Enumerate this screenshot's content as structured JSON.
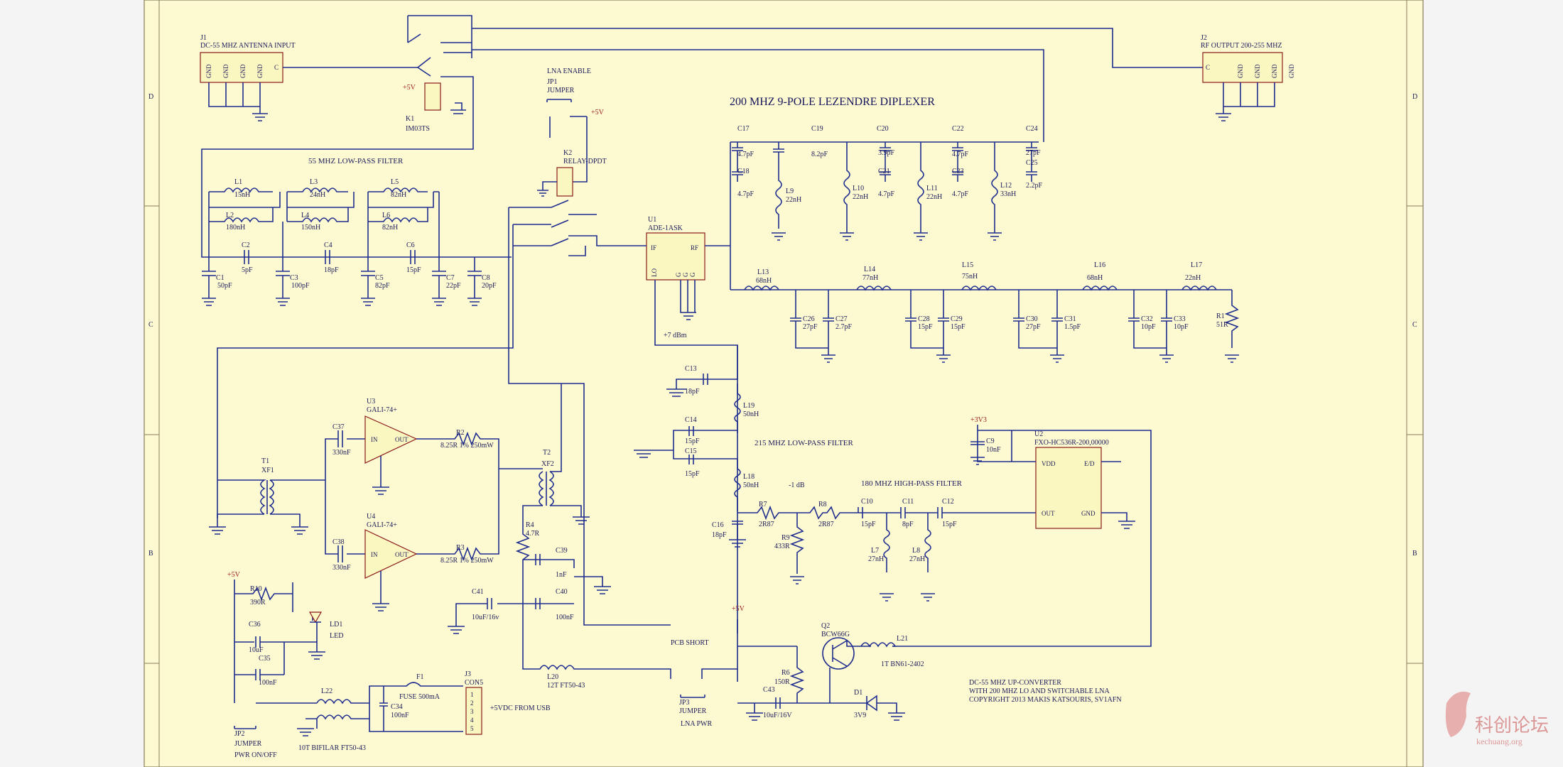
{
  "schematic": {
    "title": "200 MHZ 9-POLE LEZENDRE DIPLEXER",
    "grid_rows": [
      "D",
      "C",
      "B"
    ],
    "section_labels": {
      "lpf55": "55 MHZ LOW-PASS FILTER",
      "lpf215": "215 MHZ LOW-PASS FILTER",
      "hpf180": "180 MHZ HIGH-PASS FILTER"
    },
    "connectors": {
      "j1_ref": "J1",
      "j1_name": "DC-55 MHZ ANTENNA INPUT",
      "j2_ref": "J2",
      "j2_name": "RF OUTPUT 200-255 MHZ",
      "j3_ref": "J3",
      "j3_name": "CON5",
      "j3_note": "+5VDC FROM USB",
      "pin_gnd": "GND",
      "pin_c": "C"
    },
    "parts": {
      "k1": "K1",
      "k1_val": "IM03TS",
      "k2": "K2",
      "k2_val": "RELAY-DPDT",
      "jp1_title": "LNA ENABLE",
      "jp1": "JP1",
      "jp1_val": "JUMPER",
      "u1": "U1",
      "u1_val": "ADE-1ASK",
      "u1_if": "IF",
      "u1_rf": "RF",
      "u1_lo": "LO",
      "u1_g": "G",
      "u2": "U2",
      "u2_val": "FXO-HC536R-200,00000",
      "u2_vdd": "VDD",
      "u2_ed": "E/D",
      "u2_out": "OUT",
      "u2_gnd": "GND",
      "u3": "U3",
      "u3_val": "GALI-74+",
      "u4": "U4",
      "u4_val": "GALI-74+",
      "amp_in": "IN",
      "amp_out": "OUT",
      "t1": "T1",
      "t1_val": "XF1",
      "t2": "T2",
      "t2_val": "XF2",
      "q2": "Q2",
      "q2_val": "BCW66G",
      "d1": "D1",
      "d1_val": "3V9",
      "ld1": "LD1",
      "ld1_val": "LED",
      "f1": "F1",
      "f1_val": "FUSE 500mA",
      "jp2": "JP2",
      "jp2_val": "JUMPER",
      "jp2_note": "PWR ON/OFF",
      "jp3": "JP3",
      "jp3_val": "JUMPER",
      "jp3_note": "LNA PWR",
      "pcb_short": "PCB SHORT",
      "l20": "L20",
      "l20_val": "12T FT50-43",
      "l21": "L21",
      "l21_val": "1T BN61-2402",
      "l22": "L22",
      "l22_val": "10T BIFILAR FT50-43",
      "r2": "R2",
      "r2_val": "8.25R 1% 250mW",
      "r3": "R3",
      "r3_val": "8.25R 1% 250mW",
      "r4": "R4",
      "r4_val": "4.7R",
      "r6": "R6",
      "r6_val": "150R",
      "r7": "R7",
      "r7_val": "2R87",
      "r8": "R8",
      "r8_val": "2R87",
      "r9": "R9",
      "r9_val": "433R",
      "r10": "R10",
      "r10_val": "390R",
      "r1": "R1",
      "r1_val": "51R"
    },
    "lpf_parts": [
      {
        "ref": "L1",
        "val": "15nH"
      },
      {
        "ref": "L2",
        "val": "180nH"
      },
      {
        "ref": "L3",
        "val": "24nH"
      },
      {
        "ref": "L4",
        "val": "150nH"
      },
      {
        "ref": "L5",
        "val": "82nH"
      },
      {
        "ref": "L6",
        "val": "82nH"
      },
      {
        "ref": "C1",
        "val": "50pF"
      },
      {
        "ref": "C2",
        "val": "5pF"
      },
      {
        "ref": "C3",
        "val": "100pF"
      },
      {
        "ref": "C4",
        "val": "18pF"
      },
      {
        "ref": "C5",
        "val": "82pF"
      },
      {
        "ref": "C6",
        "val": "15pF"
      },
      {
        "ref": "C7",
        "val": "22pF"
      },
      {
        "ref": "C8",
        "val": "20pF"
      }
    ],
    "diplexer_top": [
      {
        "ref": "C17",
        "val": "4.7pF"
      },
      {
        "ref": "C18",
        "val": "4.7pF"
      },
      {
        "ref": "C19",
        "val": "8.2pF"
      },
      {
        "ref": "L9",
        "val": "22nH"
      },
      {
        "ref": "C20",
        "val": "3.9pF"
      },
      {
        "ref": "C21",
        "val": "4.7pF"
      },
      {
        "ref": "L10",
        "val": "22nH"
      },
      {
        "ref": "L11",
        "val": "22nH"
      },
      {
        "ref": "C22",
        "val": "4.7pF"
      },
      {
        "ref": "C23",
        "val": "4.7pF"
      },
      {
        "ref": "L12",
        "val": "33nH"
      },
      {
        "ref": "C24",
        "val": "27pF"
      },
      {
        "ref": "C25",
        "val": "2.2pF"
      }
    ],
    "diplexer_bottom": [
      {
        "ref": "L13",
        "val": "68nH"
      },
      {
        "ref": "L14",
        "val": "77nH"
      },
      {
        "ref": "L15",
        "val": "75nH"
      },
      {
        "ref": "L16",
        "val": "68nH"
      },
      {
        "ref": "L17",
        "val": "22nH"
      },
      {
        "ref": "C26",
        "val": "27pF"
      },
      {
        "ref": "C27",
        "val": "2.7pF"
      },
      {
        "ref": "C28",
        "val": "15pF"
      },
      {
        "ref": "C29",
        "val": "15pF"
      },
      {
        "ref": "C30",
        "val": "27pF"
      },
      {
        "ref": "C31",
        "val": "1.5pF"
      },
      {
        "ref": "C32",
        "val": "10pF"
      },
      {
        "ref": "C33",
        "val": "10pF"
      }
    ],
    "lo_chain": [
      {
        "ref": "C13",
        "val": "18pF"
      },
      {
        "ref": "C14",
        "val": "15pF"
      },
      {
        "ref": "C15",
        "val": "15pF"
      },
      {
        "ref": "L19",
        "val": "50nH"
      },
      {
        "ref": "L18",
        "val": "50nH"
      },
      {
        "ref": "C16",
        "val": "18pF"
      },
      {
        "ref": "C10",
        "val": "15pF"
      },
      {
        "ref": "C11",
        "val": "8pF"
      },
      {
        "ref": "C12",
        "val": "15pF"
      },
      {
        "ref": "L7",
        "val": "27nH"
      },
      {
        "ref": "L8",
        "val": "27nH"
      },
      {
        "ref": "C9",
        "val": "10nF"
      }
    ],
    "amp_parts": [
      {
        "ref": "C37",
        "val": "330nF"
      },
      {
        "ref": "C38",
        "val": "330nF"
      },
      {
        "ref": "C39",
        "val": "1nF"
      },
      {
        "ref": "C40",
        "val": "100nF"
      },
      {
        "ref": "C41",
        "val": "10uF/16v"
      }
    ],
    "power_parts": [
      {
        "ref": "C36",
        "val": "10uF"
      },
      {
        "ref": "C35",
        "val": "100nF"
      },
      {
        "ref": "C34",
        "val": "100nF"
      },
      {
        "ref": "C43",
        "val": "10uF/16V"
      }
    ],
    "levels": {
      "lo_level": "+7 dBm",
      "att": "-1 dB"
    },
    "rails": {
      "p5v": "+5V",
      "p3v3": "+3V3"
    },
    "notes": [
      "DC-55 MHZ UP-CONVERTER",
      "WITH 200 MHZ LO AND SWITCHABLE LNA",
      "COPYRIGHT 2013 MAKIS KATSOURIS, SV1AFN"
    ],
    "watermark": {
      "cn": "科创论坛",
      "en": "kechuang.org"
    }
  }
}
